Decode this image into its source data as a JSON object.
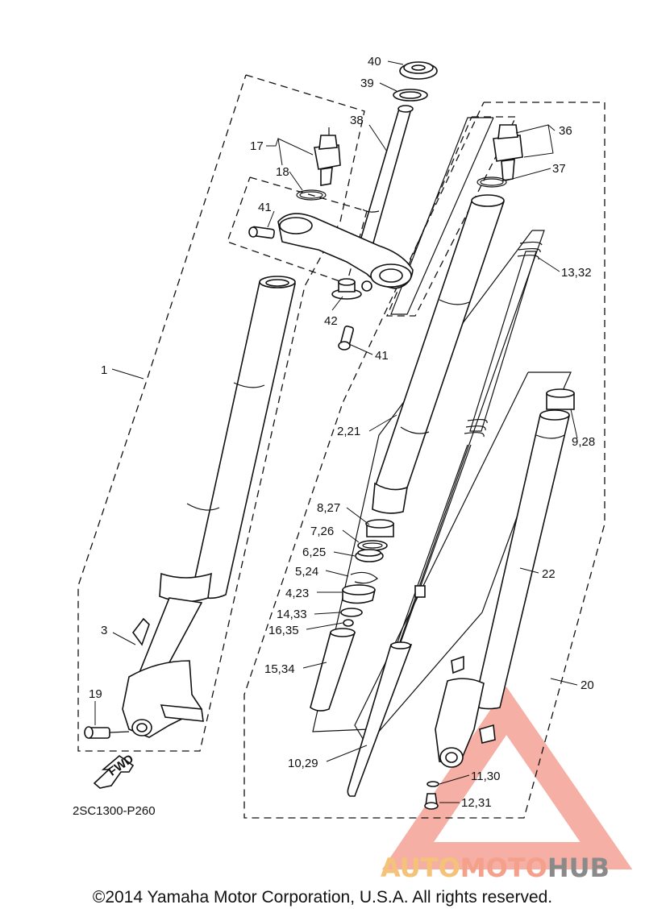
{
  "diagram_code": "2SC1300-P260",
  "copyright": "©2014 Yamaha Motor Corporation, U.S.A. All rights reserved.",
  "fwd_label": "FWD",
  "watermark": {
    "part1": "AUTO",
    "part2": "MOTO",
    "part3": "HUB",
    "color_auto": "#f5c27a",
    "color_moto": "#f4a08a",
    "color_hub": "#8a8a8a"
  },
  "callouts": {
    "c40": "40",
    "c39": "39",
    "c38": "38",
    "c17": "17",
    "c18": "18",
    "c36": "36",
    "c37": "37",
    "c41a": "41",
    "c41b": "41",
    "c42": "42",
    "c13_32": "13,32",
    "c1": "1",
    "c2_21": "2,21",
    "c9_28": "9,28",
    "c8_27": "8,27",
    "c7_26": "7,26",
    "c6_25": "6,25",
    "c5_24": "5,24",
    "c4_23": "4,23",
    "c14_33": "14,33",
    "c16_35": "16,35",
    "c15_34": "15,34",
    "c22": "22",
    "c3": "3",
    "c19": "19",
    "c20": "20",
    "c10_29": "10,29",
    "c11_30": "11,30",
    "c12_31": "12,31"
  }
}
